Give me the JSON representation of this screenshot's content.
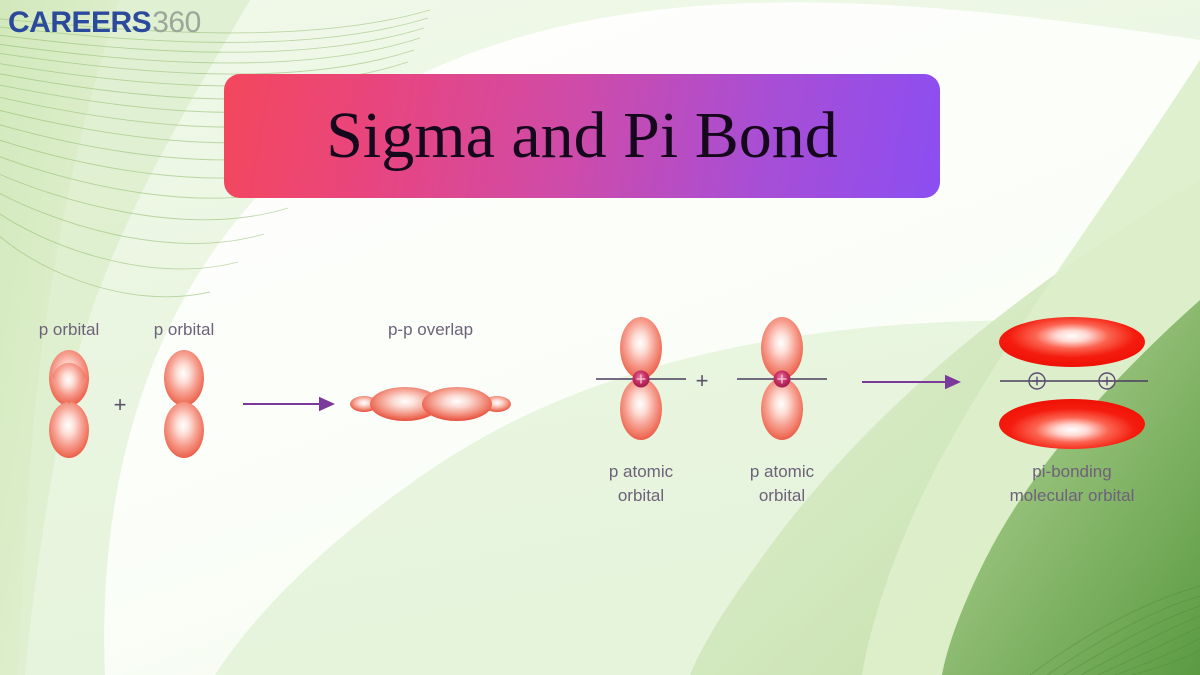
{
  "brand": {
    "name_bold": "CAREERS",
    "name_light": "360"
  },
  "title": {
    "text": "Sigma and Pi Bond",
    "gradient_from": "#f4475c",
    "gradient_to": "#8b4ef2"
  },
  "theme": {
    "background": "#eaf5e2",
    "background_light": "#f3faee",
    "swoosh_light": "#d8ebc5",
    "swoosh_mid": "#9ec97a",
    "swoosh_dark": "#5d9b41",
    "label_color": "#6d6279",
    "axis_color": "#4b3d5e",
    "arrow_color": "#7b3a9b",
    "orbital_core": "#ffffff",
    "orbital_mid": "#f0907f",
    "orbital_edge": "#e8503f",
    "pi_lobe_edge": "#f01a10",
    "plus_color": "#5c5268"
  },
  "sigma_panel": {
    "labels": {
      "left_orbital": "p orbital",
      "right_orbital": "p orbital",
      "overlap": "p-p overlap"
    },
    "plus_symbol": "+",
    "arrow": "arrow-right"
  },
  "pi_panel": {
    "labels": {
      "left_orbital_line1": "p atomic",
      "left_orbital_line2": "orbital",
      "right_orbital_line1": "p atomic",
      "right_orbital_line2": "orbital",
      "result_line1": "pi-bonding",
      "result_line2": "molecular orbital"
    },
    "plus_symbol": "+",
    "arrow": "arrow-right",
    "nucleus_symbol": "⊕",
    "nucleus_count_result": 2
  }
}
